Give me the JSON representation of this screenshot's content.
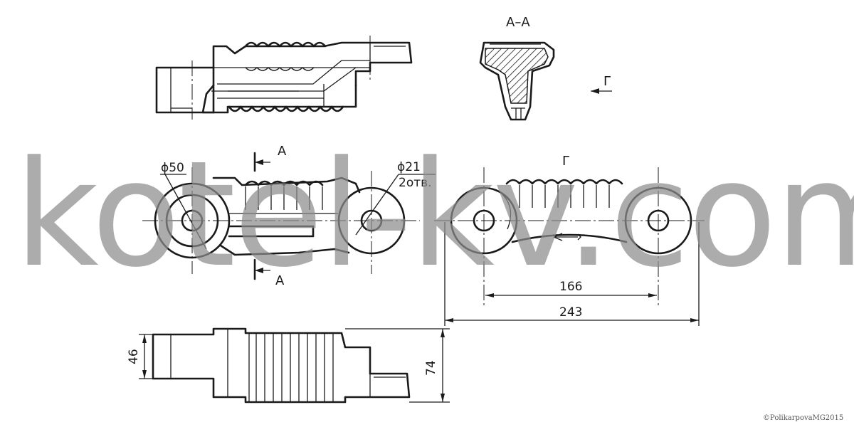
{
  "labels": {
    "section_title": "A–A",
    "view_arrow_letter": "Г",
    "view_title": "Г",
    "section_mark_top": "A",
    "section_mark_bottom": "A",
    "diameter_large": "ϕ50",
    "diameter_small": "ϕ21",
    "holes_note": "2отв.",
    "dim_inner": "166",
    "dim_overall": "243",
    "dim_height_small": "46",
    "dim_height_large": "74"
  },
  "watermark": "kotel-kv.com",
  "copyright": "©PolikarpovaMG2015"
}
